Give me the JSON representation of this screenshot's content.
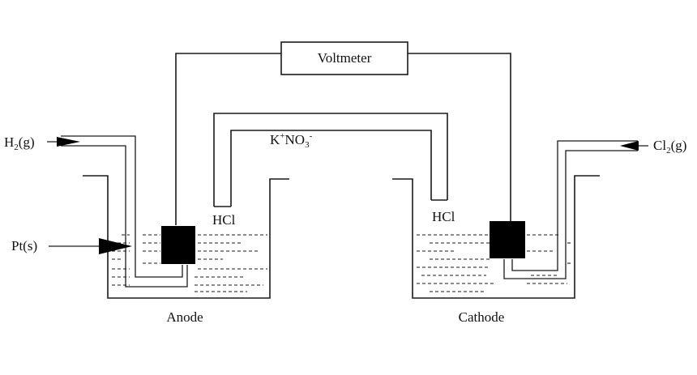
{
  "colors": {
    "line": "#1a1a1a",
    "electrode": "#000000",
    "background": "#ffffff"
  },
  "labels": {
    "voltmeter": "Voltmeter",
    "salt_bridge_k": "K",
    "salt_bridge_k_sup": "+",
    "salt_bridge_no": "NO",
    "salt_bridge_no_sub": "3",
    "salt_bridge_no_sup": "-",
    "hcl_left": "HCl",
    "hcl_right": "HCl",
    "h2_main": "H",
    "h2_sub": "2",
    "h2_rest": "(g)",
    "cl2_main": "Cl",
    "cl2_sub": "2",
    "cl2_rest": "(g)",
    "pt": "Pt(s)",
    "anode": "Anode",
    "cathode": "Cathode"
  }
}
